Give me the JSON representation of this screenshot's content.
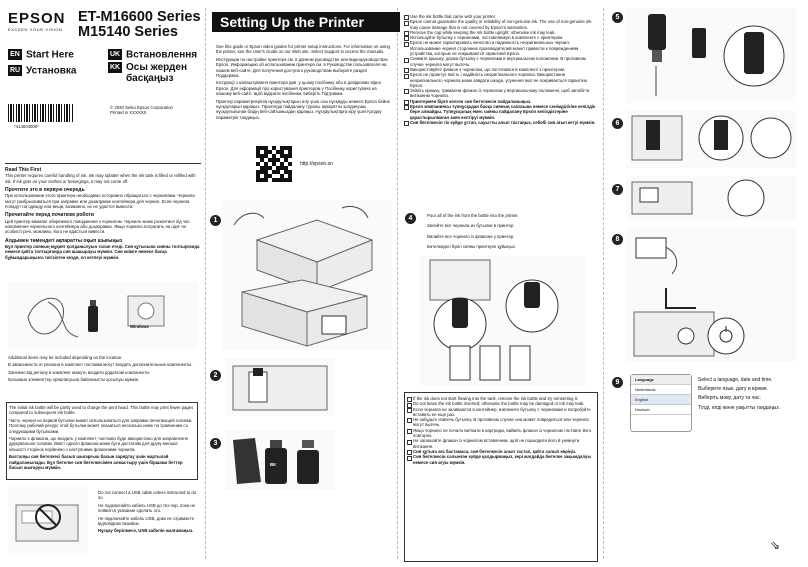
{
  "brand": {
    "logo": "EPSON",
    "tagline": "EXCEED YOUR VISION"
  },
  "product": {
    "series_line1": "ET-M16600 Series",
    "series_line2": "M15140 Series"
  },
  "languages": [
    {
      "code": "EN",
      "title": "Start Here"
    },
    {
      "code": "UK",
      "title": "Встановлення"
    },
    {
      "code": "RU",
      "title": "Установка"
    },
    {
      "code": "KK",
      "title": "Осы жерден басқаңыз"
    }
  ],
  "copyright": {
    "line1": "© 2020 Seiko Epson Corporation",
    "line2": "Printed in XXXXXX"
  },
  "barcode_number": "*414004000*",
  "read_first": {
    "en_title": "Read This First",
    "en_body": "This printer requires careful handling of ink. Ink may splatter when the ink tank is filled or refilled with ink. If ink gets on your clothes or belongings, it may not come off.",
    "ru_title": "Прочтите это в первую очередь",
    "ru_body": "При использовании этого принтера необходимо осторожно обращаться с чернилами. Чернила могут разбрызгиваться при заправке или дозаправке контейнера для чернил. Если чернила попадут на одежду или вещи, возможно, их не удастся вывести.",
    "uk_title": "Прочитайте перед початком роботи",
    "uk_body": "Цей принтер вимагає обережного поводження з чорнилом. Чорнило може розлитися під час наповнення чорнильного контейнера або дозаправки. Якщо чорнило потрапить на одяг чи особисті речі, можливо, його не вдасться вивести.",
    "kk_title": "Алдымен төмендегі ақпаратты оқып шығыңыз",
    "kk_body": "Бұл принтер сияның мұқият қолданылуын талап етеді. Сия құтысына сияны толтырғанда немесе қайта толтырғанда сия шашырауы мүмкін. Сия киімге немесе басқа бұйымдарыңызға тигізілген кезде, ол кетпеуі мүмкін."
  },
  "windows_label": "Windows",
  "additional_items": {
    "en": "Additional items may be included depending on the location.",
    "ru": "В зависимости от региона в комплект поставки могут входить дополнительные компоненты.",
    "uk": "Залежно від регіону в комплект можуть входити додаткові компоненти.",
    "kk": "Қосымша элементтер орналасуына байланысты қосылуы мүмкін."
  },
  "initial_ink": {
    "en": "The initial ink bottle will be partly used to charge the print head. This bottle may print fewer pages compared to subsequent ink bottle.",
    "ru": "Часть чернил из первой бутылки может использоваться для заправки печатающей головки. Поэтому рабочий ресурс этой бутылки может оказаться несколько ниже по сравнению со следующими бутылками.",
    "uk": "Чорнило з флакона, що входить у комплект, частково буде використано для заправлення друкувальної головки. Вміст одного флакона може бути достатнім для друку меншої кількості сторінок порівняно з наступними флаконами чорнила.",
    "kk": "Бастапқы сия бөтелкесі басып шығарғыш басын зарядтау үшін жартылай пайдаланылады. Бұл бөтелке сия бөтелкесімен алмастыру үшін біршама беттер басып шығаруы мүмкін."
  },
  "usb_note": {
    "en": "Do not connect a USB cable unless instructed to do so.",
    "ru": "Не подключайте кабель USB до тех пор, пока не появится указание сделать это.",
    "uk": "Не підключайте кабель USB, доки не отримаєте відповідних вказівок.",
    "kk": "Нұсқау берілмесе, USB кабелін жалғамаңыз."
  },
  "setting_up": {
    "title": "Setting Up the Printer",
    "en": "See this guide or Epson video guides for printer setup instructions. For information on using the printer, see the User's Guide on our Web site. Select Support to access the manuals.",
    "ru": "Инструкции по настройке принтера см. в данном руководстве или видеоруководствах Epson. Информацию об использовании принтера см. в Руководстве пользователя на нашем веб-сайте. Для получения доступа к руководствам выберите раздел Поддержка.",
    "uk": "Інструкції з налаштування принтера див. у цьому посібнику або в довідкових відео Epson. Для інформації про користування принтером у Посібнику користувача на нашому веб-сайті. Щоб відкрити посібники, виберіть Підтримка.",
    "kk": "Принтер параметрлерінің нұсқаулықтарын алу үшін осы нұсқауды немесе Epson бейне нұсқауларын қараңыз. Принтерді пайдалану туралы ақпаратты қолданушы нұсқаулығынан біздің веб-сайтымыздан қараңыз. Нұсқаулықтарға кіру үшін Қолдау параметрін таңдаңыз.",
    "url": "http://epson.sn"
  },
  "steps": [
    "1",
    "2",
    "3",
    "4",
    "5",
    "6",
    "7",
    "8",
    "9"
  ],
  "bottle_label": "BK",
  "step4_text": {
    "en": "Pour all of the ink from the bottle into the printer.",
    "ru": "Залейте все чернила из бутылки в принтер.",
    "uk": "Вилийте все чорнило із флакона у принтер.",
    "kk": "Бөтелкедегі бүкіл сияны принтерге құйыңыз."
  },
  "bottle_notes_top": [
    "Use the ink bottle that came with your printer.",
    "Epson cannot guarantee the quality or reliability of non-genuine ink. The use of non-genuine ink may cause damage that is not covered by Epson's warranties.",
    "Remove the cap while keeping the ink bottle upright; otherwise ink may leak.",
    "Используйте бутылку с чернилами, поставляемую в комплекте с принтером.",
    "Epson не может гарантировать качество и надежность неоригинальных чернил. Использование чернил сторонних производителей может привести к повреждениям устройства, которые не покрываются гарантией Epson.",
    "Снимите крышку, держа бутылку с чернилами в вертикальном положении. В противном случае чернила могут вытечь.",
    "Використовуйте флакон з чорнилом, що постачався в комплекті з принтером.",
    "Epson не гарантує якість і надійність неоригінального чорнила. Використання неоригінального чорнила може завдати шкоди, усунення якої не покривається гарантією Epson.",
    "Зніміть кришку, тримаючи флакон із чорнилом у вертикальному положенні, щоб запобігти витіканню чорнила.",
    "Принтермен бірге келген сия бөтелкесін пайдаланыңыз.",
    "Epson компаниясы түпнұсқадан басқа сияның сапасына немесе сенімділігіне кепілдік бере алмайды. Түпнұсқалық емес сияны пайдалану Epson кепілдіктеріне қарастырылмаған зиян келтіруі мүмкін.",
    "Сия бөтелкесін тік күйде ұстап, сауытты алып тастаңыз, себебі сия ағып кетуі мүмкін."
  ],
  "bottle_notes_bottom": [
    "If the ink does not start flowing into the tank, remove the ink bottle and try reinserting it.",
    "Do not leave the ink bottle inserted; otherwise the bottle may be damaged or ink may leak.",
    "Если чернила не заливаются в контейнер, извлеките бутылку с чернилами и попробуйте вставить ее еще раз.",
    "Не забудьте извлечь бутылку. В противном случае она может повредиться или чернила могут вытечь.",
    "Якщо чорнило не почало витікати в картридж, вийміть флакон із чорнилом і вставте його повторно.",
    "Не залишайте флакон із чорнилом вставленим, щоб не пошкодити його й уникнути витікання.",
    "Сия құтыға ағa бастамаса, сия бөтелкесін алып тастап, қайта салып көріңіз.",
    "Сия бөтелкесін салынған күйде қалдырмаңыз, кері жағдайда бөтелке зақымдалуы немесе сия ағуы мүмкін."
  ],
  "step9_dialog": {
    "header": "Language",
    "options": [
      "Nederlands",
      "English",
      "Deutsch"
    ]
  },
  "step9_text": {
    "en": "Select a language, date and time.",
    "ru": "Выберите язык, дату и время.",
    "uk": "Виберіть мову, дату та час.",
    "kk": "Тілді, елді және уақытты таңдаңыз."
  }
}
